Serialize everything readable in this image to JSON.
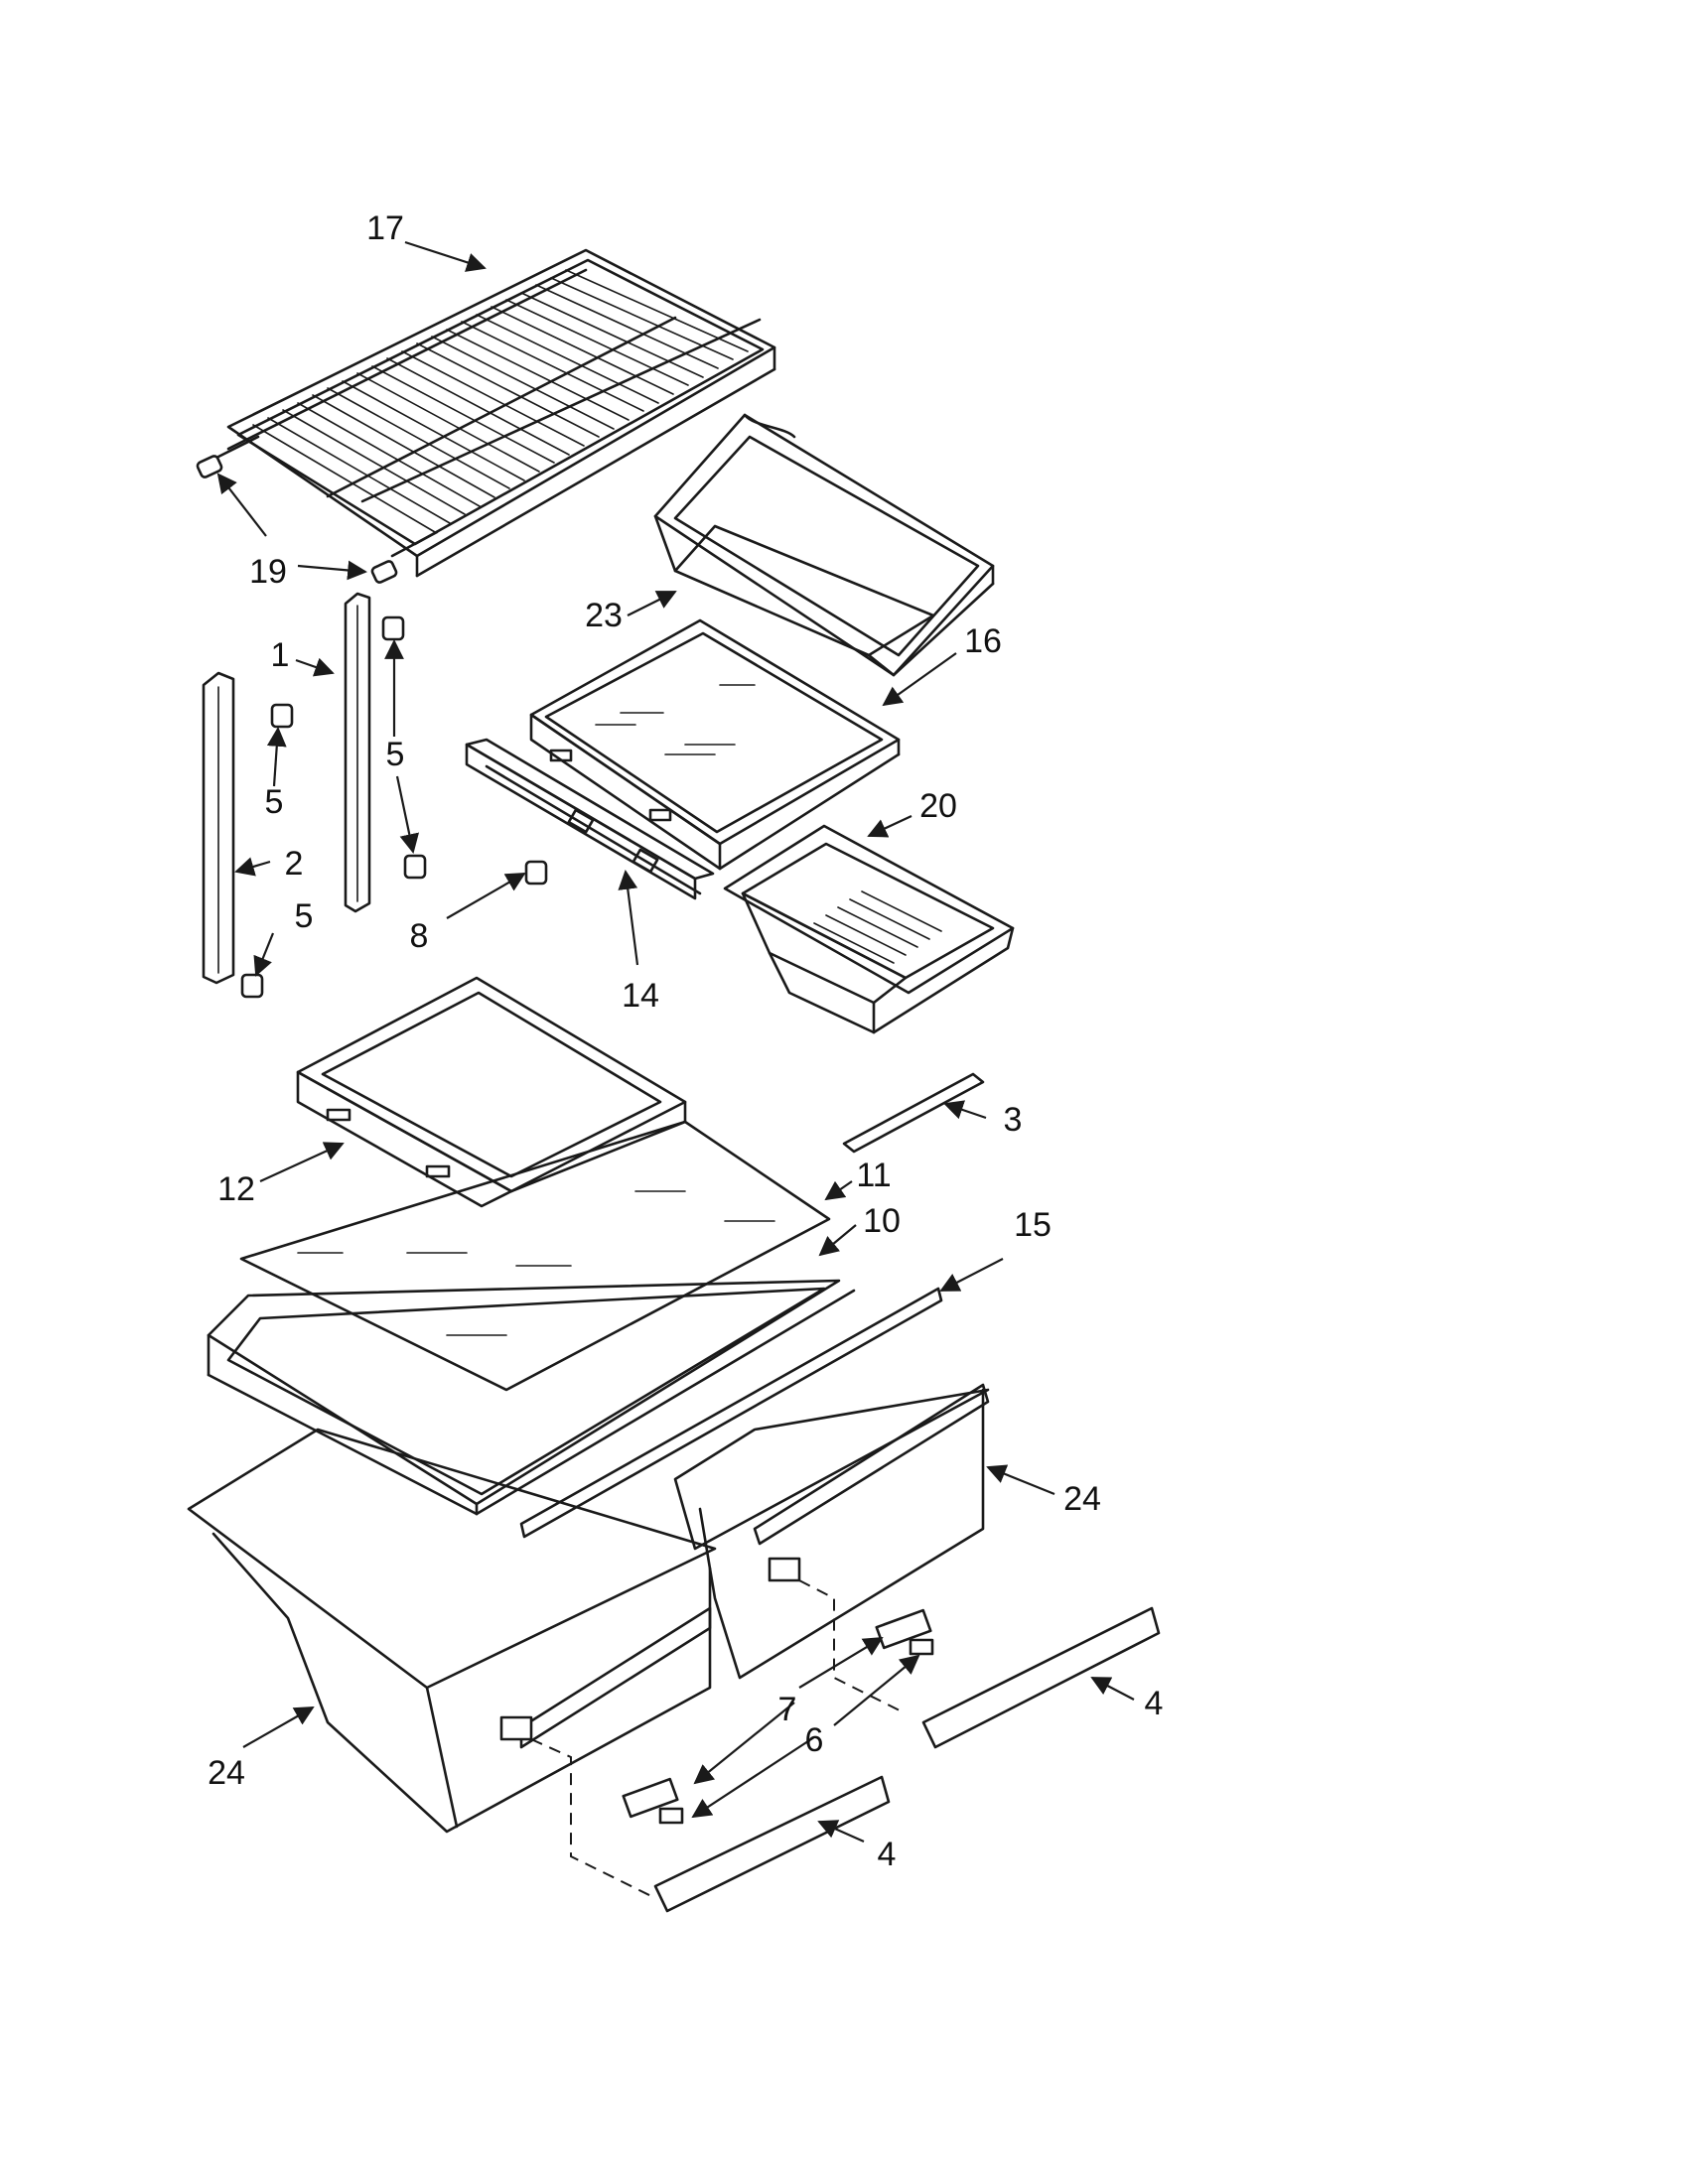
{
  "callouts": {
    "c17": "17",
    "c19": "19",
    "c23": "23",
    "c16": "16",
    "c1": "1",
    "c5a": "5",
    "c5b": "5",
    "c5c": "5",
    "c2": "2",
    "c8": "8",
    "c14": "14",
    "c20": "20",
    "c3": "3",
    "c12": "12",
    "c11": "11",
    "c10": "10",
    "c15": "15",
    "c24a": "24",
    "c24b": "24",
    "c7": "7",
    "c6": "6",
    "c4a": "4",
    "c4b": "4"
  }
}
